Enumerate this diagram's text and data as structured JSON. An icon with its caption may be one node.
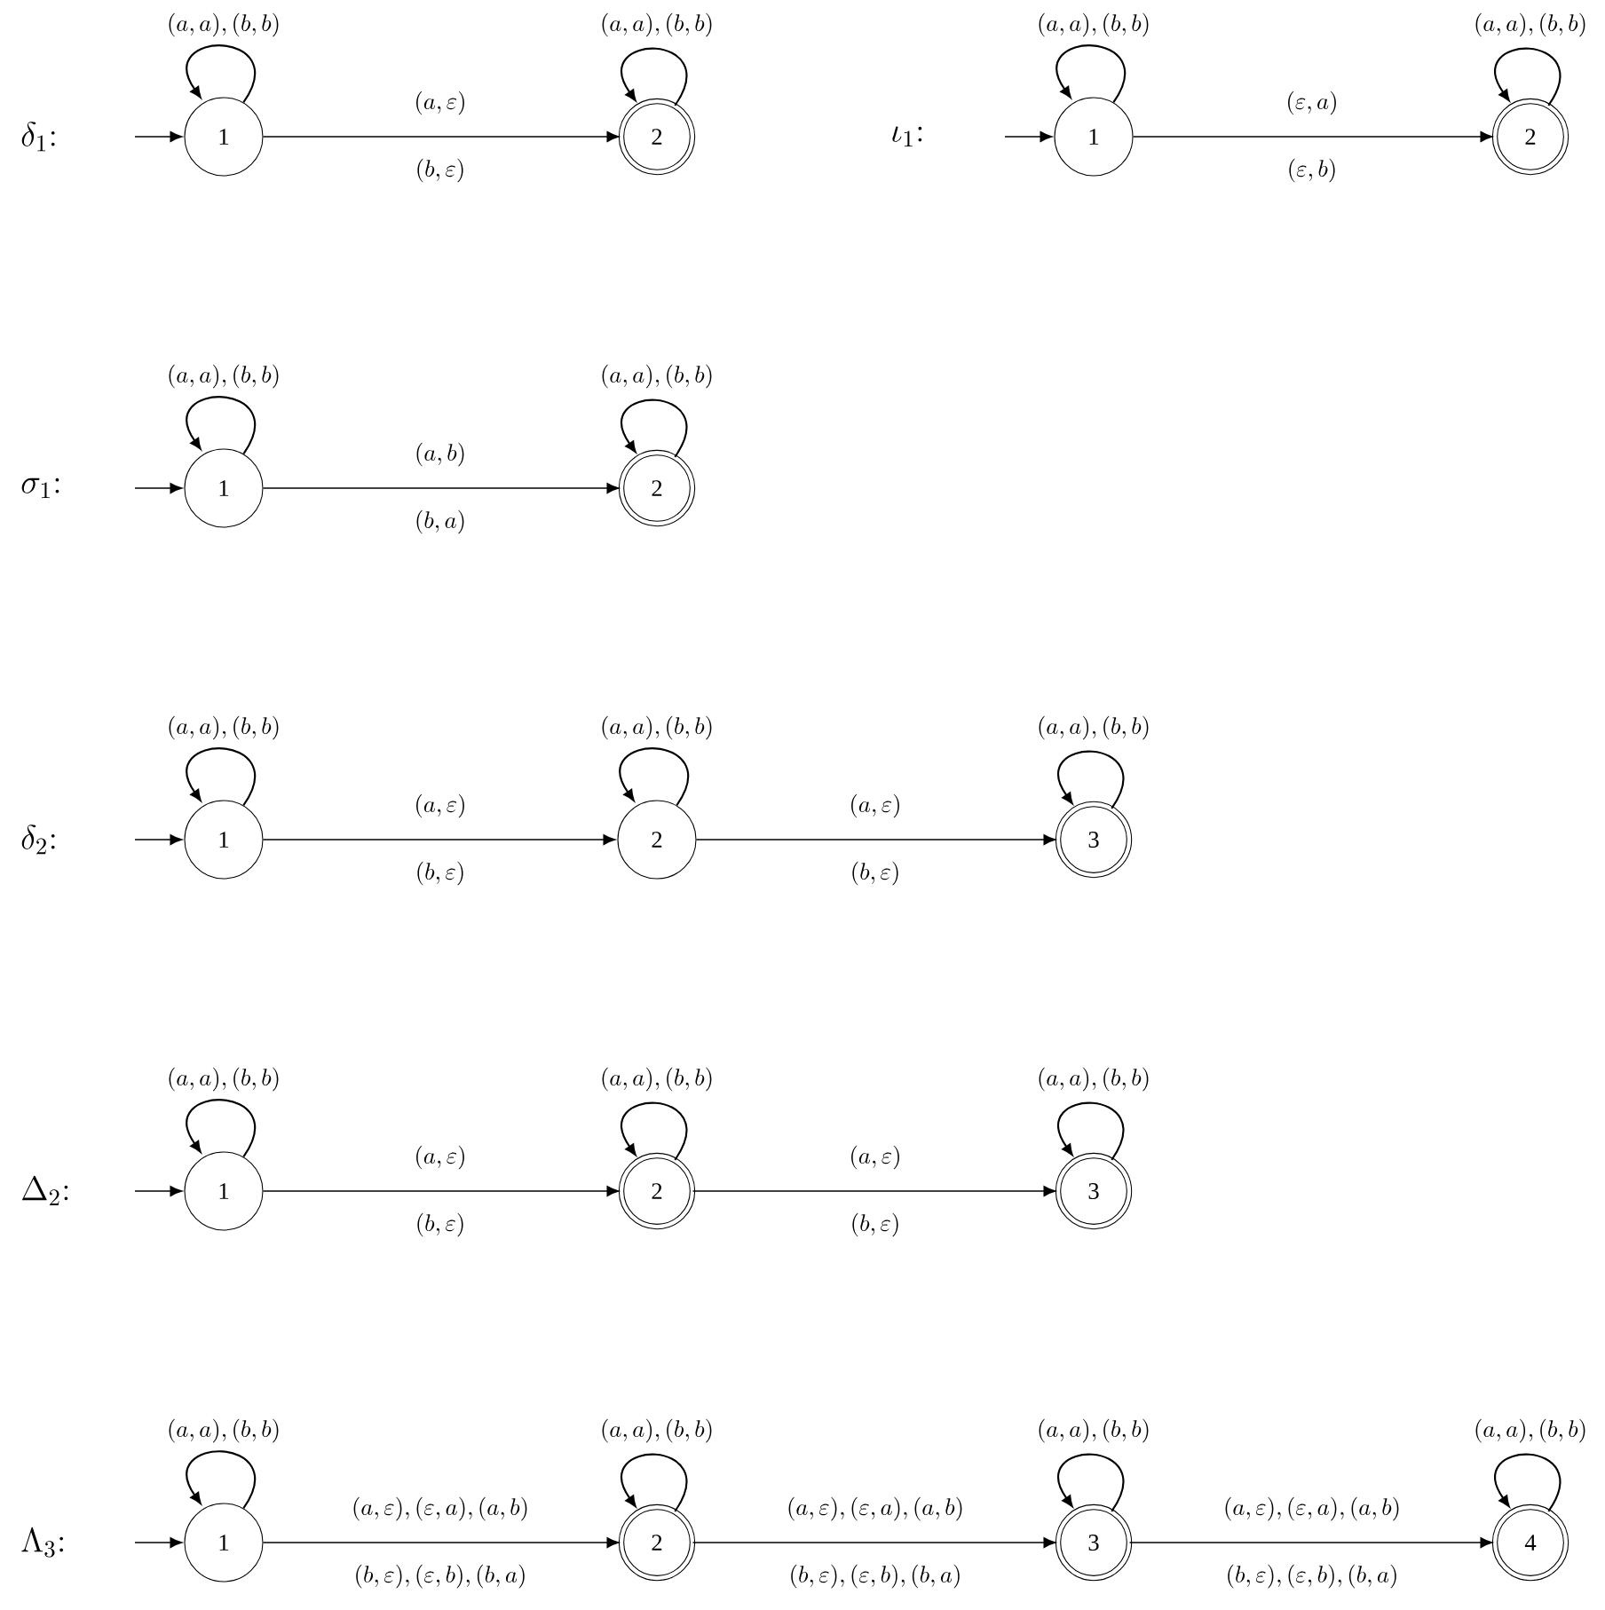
{
  "diagram": {
    "nodes": [
      {
        "text": [
          "1"
        ]
      },
      {
        "text": [
          "2"
        ]
      },
      {
        "text": [
          "1"
        ]
      },
      {
        "text": [
          "2"
        ]
      },
      {
        "text": [
          "1"
        ]
      },
      {
        "text": [
          "2"
        ]
      },
      {
        "text": [
          "1"
        ]
      },
      {
        "text": [
          "2"
        ]
      },
      {
        "text": [
          "3"
        ]
      },
      {
        "text": [
          "1"
        ]
      },
      {
        "text": [
          "2"
        ]
      },
      {
        "text": [
          "3"
        ]
      },
      {
        "text": [
          "1"
        ]
      },
      {
        "text": [
          "2"
        ]
      },
      {
        "text": [
          "3"
        ]
      },
      {
        "text": [
          "4"
        ]
      }
    ],
    "edges": [
      {
        "from": null,
        "to": 0,
        "arrow": "to"
      },
      {
        "from": 0,
        "to": 0,
        "arrow": "to",
        "label": "(a,a),(b,b)"
      },
      {
        "from": 1,
        "to": 1,
        "arrow": "to",
        "label": "(a,a),(b,b)"
      },
      {
        "from": 0,
        "to": 1,
        "arrow": "to",
        "label": "(a,\\varepsilon)"
      },
      {
        "from": null,
        "to": 2,
        "arrow": "to"
      },
      {
        "from": 2,
        "to": 2,
        "arrow": "to",
        "label": "(a,a),(b,b)"
      },
      {
        "from": 3,
        "to": 3,
        "arrow": "to",
        "label": "(a,a),(b,b)"
      },
      {
        "from": 2,
        "to": 3,
        "arrow": "to",
        "label": "(\\varepsilon,a)"
      },
      {
        "from": null,
        "to": 4,
        "arrow": "to"
      },
      {
        "from": 4,
        "to": 4,
        "arrow": "to",
        "label": "(a,a),(b,b)"
      },
      {
        "from": 5,
        "to": 5,
        "arrow": "to",
        "label": "(a,a),(b,b)"
      },
      {
        "from": 4,
        "to": 5,
        "arrow": "to",
        "label": "(a,b)"
      },
      {
        "from": null,
        "to": 6,
        "arrow": "to"
      },
      {
        "from": 6,
        "to": 6,
        "arrow": "to",
        "label": "(a,a),(b,b)"
      },
      {
        "from": 7,
        "to": 7,
        "arrow": "to",
        "label": "(a,a),(b,b)"
      },
      {
        "from": 8,
        "to": 8,
        "arrow": "to",
        "label": "(a,a),(b,b)"
      },
      {
        "from": 6,
        "to": 7,
        "arrow": "to",
        "label": "(a,\\varepsilon)"
      },
      {
        "from": 7,
        "to": 8,
        "arrow": "to",
        "label": "(a,\\varepsilon)"
      },
      {
        "from": null,
        "to": 9,
        "arrow": "to"
      },
      {
        "from": 9,
        "to": 9,
        "arrow": "to",
        "label": "(a,a),(b,b)"
      },
      {
        "from": 10,
        "to": 10,
        "arrow": "to",
        "label": "(a,a),(b,b)"
      },
      {
        "from": 11,
        "to": 11,
        "arrow": "to",
        "label": "(a,a),(b,b)"
      },
      {
        "from": 9,
        "to": 10,
        "arrow": "to",
        "label": "(a,\\varepsilon)"
      },
      {
        "from": 10,
        "to": 11,
        "arrow": "to",
        "label": "(a,\\varepsilon)"
      },
      {
        "from": null,
        "to": 12,
        "arrow": "to"
      },
      {
        "from": 12,
        "to": 12,
        "arrow": "to",
        "label": "(a,a),(b,b)"
      },
      {
        "from": 13,
        "to": 13,
        "arrow": "to",
        "label": "(a,a),(b,b)"
      },
      {
        "from": 14,
        "to": 14,
        "arrow": "to",
        "label": "(a,a),(b,b)"
      },
      {
        "from": 15,
        "to": 15,
        "arrow": "to",
        "label": "(a,a),(b,b)"
      },
      {
        "from": 12,
        "to": 13,
        "arrow": "to",
        "label": "(a,\\varepsilon),(\\varepsilon,a),(a,b)"
      },
      {
        "from": 13,
        "to": 14,
        "arrow": "to",
        "label": "(a,\\varepsilon),(\\varepsilon,a),(a,b)"
      },
      {
        "from": 14,
        "to": 15,
        "arrow": "to",
        "label": "(a,\\varepsilon),(\\varepsilon,a),(a,b)"
      }
    ],
    "labels": [
      "\\delta_1{:}",
      "(b,\\varepsilon)",
      "\\iota_1{:}",
      "(\\varepsilon,b)",
      "\\sigma_1{:}",
      "(b,a)",
      "\\delta_2{:}",
      "(b,\\varepsilon)",
      "(b,\\varepsilon)",
      "\\Delta_2{:}",
      "(b,\\varepsilon)",
      "(b,\\varepsilon)",
      "\\Lambda_3{:}",
      "(b,\\varepsilon),(\\varepsilon,b),(b,a)",
      "(b,\\varepsilon),(\\varepsilon,b),(b,a)",
      "(b,\\varepsilon),(\\varepsilon,b),(b,a)"
    ]
  }
}
